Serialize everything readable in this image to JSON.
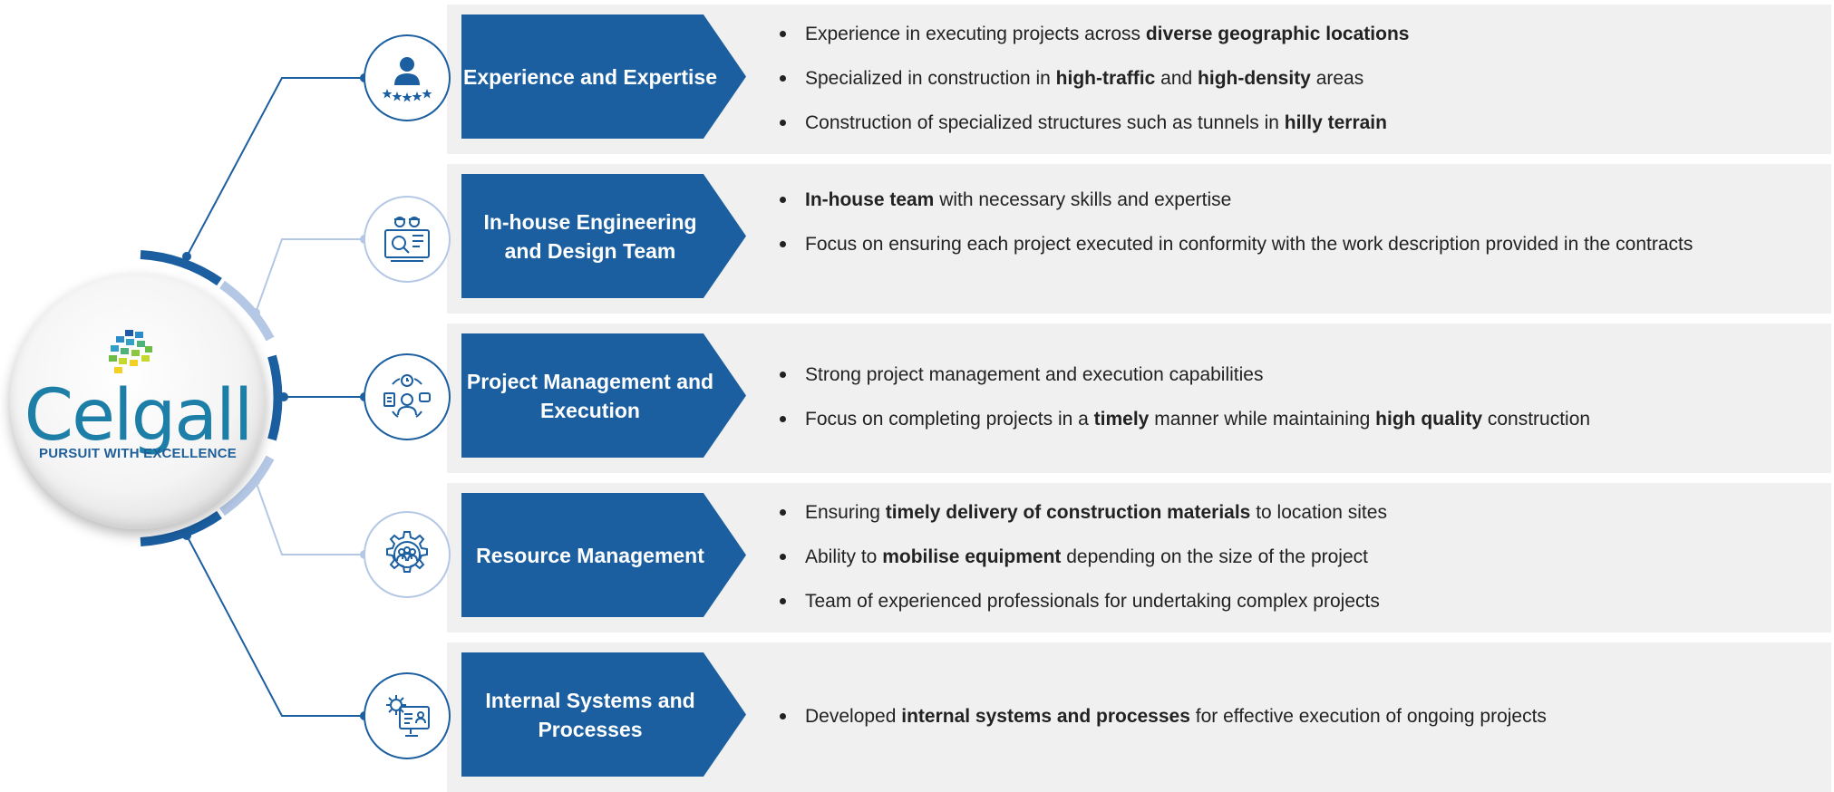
{
  "logo": {
    "brand_name": "Celgall",
    "tagline": "PURSUIT WITH EXCELLENCE"
  },
  "colors": {
    "primary_blue": "#1b5fa1",
    "light_blue": "#b4c8e6",
    "row_background": "#f0f0f0",
    "logo_text": "#1d7fa8"
  },
  "rows": [
    {
      "title": "Experience and Expertise",
      "icon": "expert-rating-icon",
      "bullets": [
        [
          {
            "text": "Experience in executing projects across ",
            "bold": false
          },
          {
            "text": "diverse geographic locations",
            "bold": true
          }
        ],
        [
          {
            "text": "Specialized in construction in ",
            "bold": false
          },
          {
            "text": "high-traffic",
            "bold": true
          },
          {
            "text": " and ",
            "bold": false
          },
          {
            "text": "high-density",
            "bold": true
          },
          {
            "text": " areas",
            "bold": false
          }
        ],
        [
          {
            "text": "Construction of specialized structures such as tunnels in ",
            "bold": false
          },
          {
            "text": "hilly terrain",
            "bold": true
          }
        ]
      ]
    },
    {
      "title": "In-house Engineering and Design Team",
      "icon": "engineering-team-icon",
      "bullets": [
        [
          {
            "text": "In-house team",
            "bold": true
          },
          {
            "text": " with necessary skills and expertise",
            "bold": false
          }
        ],
        [
          {
            "text": "Focus on ensuring each project executed in conformity with the work description provided in the contracts",
            "bold": false
          }
        ]
      ]
    },
    {
      "title": "Project Management and Execution",
      "icon": "project-manager-icon",
      "bullets": [
        [
          {
            "text": "Strong project management and execution capabilities",
            "bold": false
          }
        ],
        [
          {
            "text": "Focus on completing projects in a ",
            "bold": false
          },
          {
            "text": "timely",
            "bold": true
          },
          {
            "text": " manner while maintaining ",
            "bold": false
          },
          {
            "text": "high quality",
            "bold": true
          },
          {
            "text": " construction",
            "bold": false
          }
        ]
      ]
    },
    {
      "title": "Resource Management",
      "icon": "resource-gear-icon",
      "bullets": [
        [
          {
            "text": "Ensuring ",
            "bold": false
          },
          {
            "text": "timely delivery of construction materials",
            "bold": true
          },
          {
            "text": " to location sites",
            "bold": false
          }
        ],
        [
          {
            "text": "Ability to ",
            "bold": false
          },
          {
            "text": "mobilise equipment",
            "bold": true
          },
          {
            "text": " depending on the size of the project",
            "bold": false
          }
        ],
        [
          {
            "text": "Team of experienced professionals for undertaking complex projects",
            "bold": false
          }
        ]
      ]
    },
    {
      "title": "Internal Systems and Processes",
      "icon": "system-settings-icon",
      "bullets": [
        [
          {
            "text": "Developed ",
            "bold": false
          },
          {
            "text": "internal systems and processes",
            "bold": true
          },
          {
            "text": " for effective execution of ongoing projects",
            "bold": false
          }
        ]
      ]
    }
  ]
}
